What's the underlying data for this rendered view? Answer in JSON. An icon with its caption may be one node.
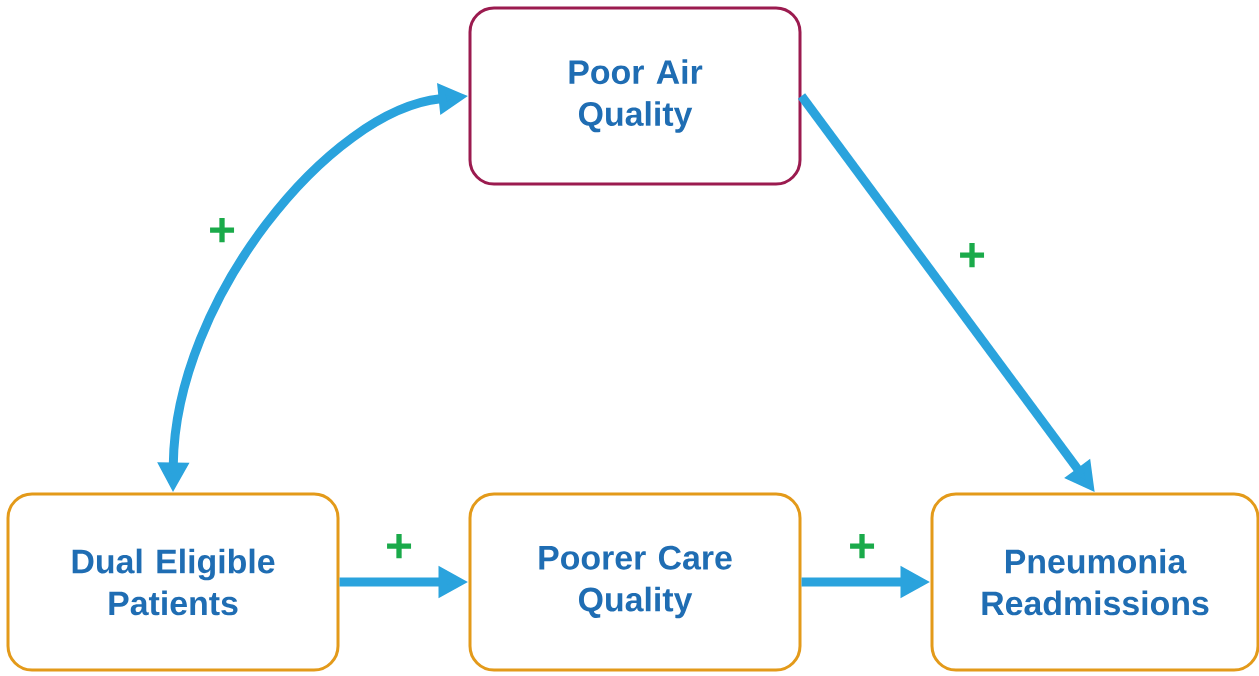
{
  "diagram": {
    "nodes": [
      {
        "text": [
          "Poor Air Quality"
        ]
      },
      {
        "text": [
          "Dual Eligible Patients"
        ]
      },
      {
        "text": [
          "Poorer Care Quality"
        ]
      },
      {
        "text": [
          "Pneumonia Readmissions"
        ]
      }
    ],
    "edges": [
      {
        "from": 0,
        "to": 1,
        "arrow": "both",
        "label": "+"
      },
      {
        "from": 0,
        "to": 3,
        "arrow": "to",
        "label": "+"
      },
      {
        "from": 1,
        "to": 2,
        "arrow": "to",
        "label": "+"
      },
      {
        "from": 2,
        "to": 3,
        "arrow": "to",
        "label": "+"
      }
    ]
  }
}
